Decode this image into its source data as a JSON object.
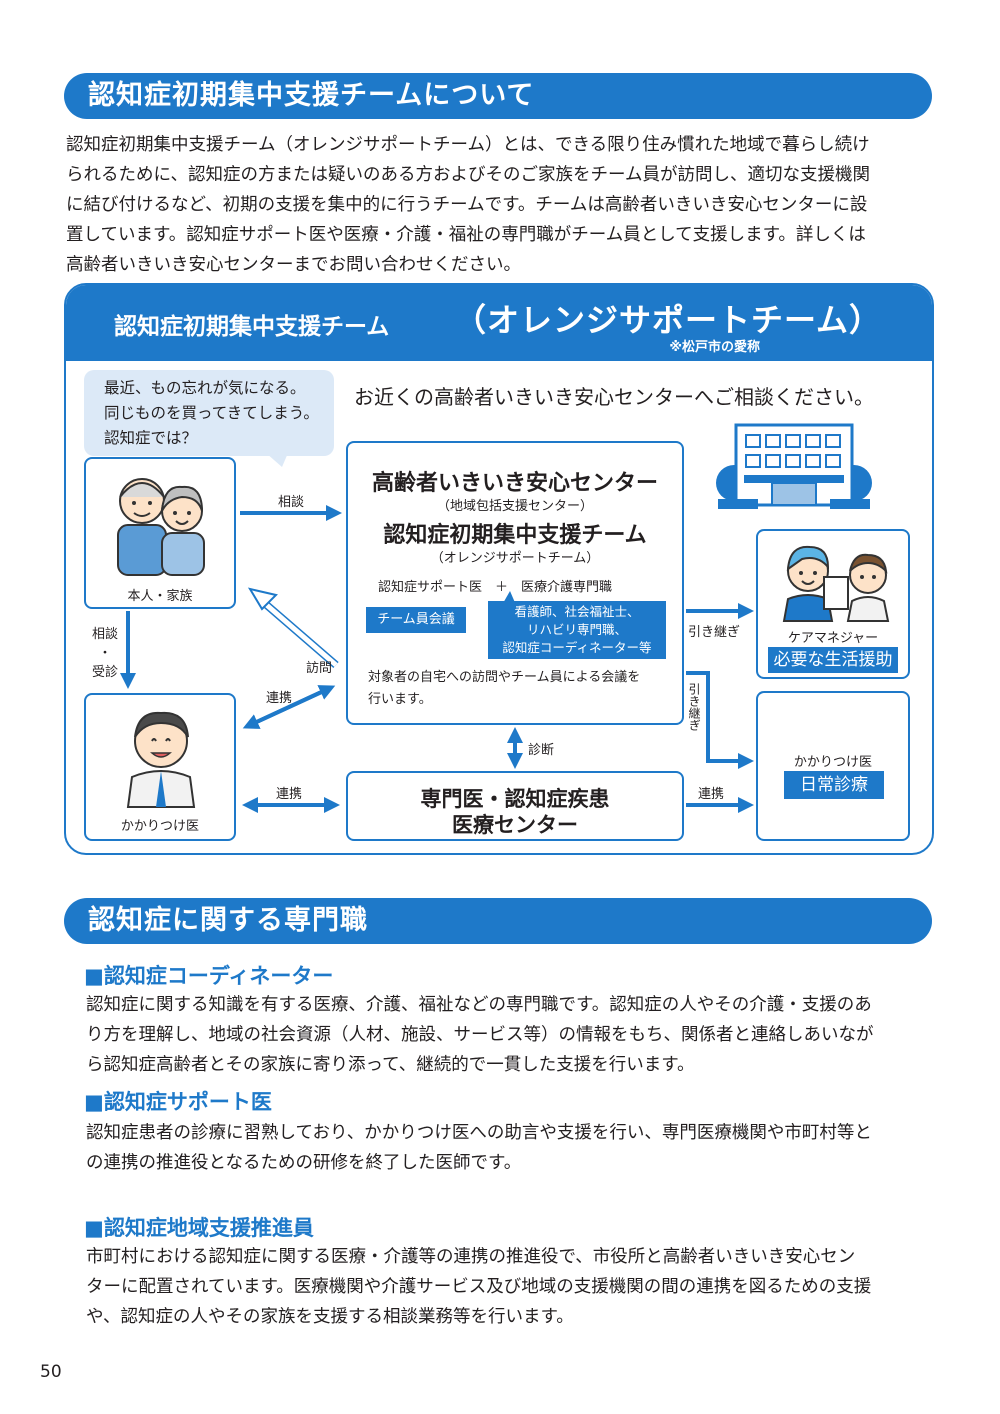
{
  "section1": {
    "title": "認知症初期集中支援チームについて",
    "lines": [
      "認知症初期集中支援チーム（オレンジサポートチーム）とは、できる限り住み慣れた地域で暮らし続け",
      "られるために、認知症の方または疑いのある方およびそのご家族をチーム員が訪問し、適切な支援機関",
      "に結び付けるなど、初期の支援を集中的に行うチームです。チームは高齢者いきいき安心センターに設",
      "置しています。認知症サポート医や医療・介護・福祉の専門職がチーム員として支援します。詳しくは",
      "高齢者いきいき安心センターまでお問い合わせください。"
    ]
  },
  "diagram": {
    "title_a": "認知症初期集中支援チーム",
    "title_b": "（オレンジサポートチーム）",
    "note": "※松戸市の愛称",
    "worry": [
      "最近、もの忘れが気になる。",
      "同じものを買ってきてしまう。",
      "認知症では？"
    ],
    "consult_text": "お近くの高齢者いきいき安心センターへご相談ください。",
    "patient_label": "本人・家族",
    "center_name": "高齢者いきいき安心センター",
    "center_sub": "（地域包括支援センター）",
    "team_name": "認知症初期集中支援チーム",
    "team_sub": "（オレンジサポートチーム）",
    "members": "認知症サポート医　＋　医療介護専門職",
    "meeting_tag": "チーム員会議",
    "staff_tag": [
      "看護師、社会福祉士、",
      "リハビリ専門職、",
      "認知症コーディネーター等"
    ],
    "team_desc": [
      "対象者の自宅への訪問やチーム員による会議を",
      "行います。"
    ],
    "specialist": [
      "専門医・認知症疾患",
      "医療センター"
    ],
    "doctor_label": "かかりつけ医",
    "care_manager": "ケアマネジャー",
    "care_tag": "必要な生活援助",
    "family_doctor": "かかりつけ医",
    "family_doctor_tag": "日常診療",
    "arrows": {
      "consult": "相談",
      "visit": "訪問",
      "consult_visit": [
        "相談",
        "・",
        "受診"
      ],
      "cooperate1": "連携",
      "cooperate2": "連携",
      "cooperate3": "連携",
      "handover1": "引き継ぎ",
      "handover2": "引き継ぎ",
      "diagnosis": "診断"
    }
  },
  "section2": {
    "title": "認知症に関する専門職",
    "items": [
      {
        "heading": "■認知症コーディネーター",
        "lines": [
          "認知症に関する知識を有する医療、介護、福祉などの専門職です。認知症の人やその介護・支援のあ",
          "り方を理解し、地域の社会資源（人材、施設、サービス等）の情報をもち、関係者と連絡しあいなが",
          "ら認知症高齢者とその家族に寄り添って、継続的で一貫した支援を行います。"
        ]
      },
      {
        "heading": "■認知症サポート医",
        "lines": [
          "認知症患者の診療に習熟しており、かかりつけ医への助言や支援を行い、専門医療機関や市町村等と",
          "の連携の推進役となるための研修を終了した医師です。"
        ]
      },
      {
        "heading": "■認知症地域支援推進員",
        "lines": [
          "市町村における認知症に関する医療・介護等の連携の推進役で、市役所と高齢者いきいき安心セン",
          "ターに配置されています。医療機関や介護サービス及び地域の支援機関の間の連携を図るための支援",
          "や、認知症の人やその家族を支援する相談業務等を行います。"
        ]
      }
    ]
  },
  "page_number": "50",
  "colors": {
    "accent": "#1e79c9",
    "bubble": "#dce9f7",
    "text": "#231f20"
  }
}
